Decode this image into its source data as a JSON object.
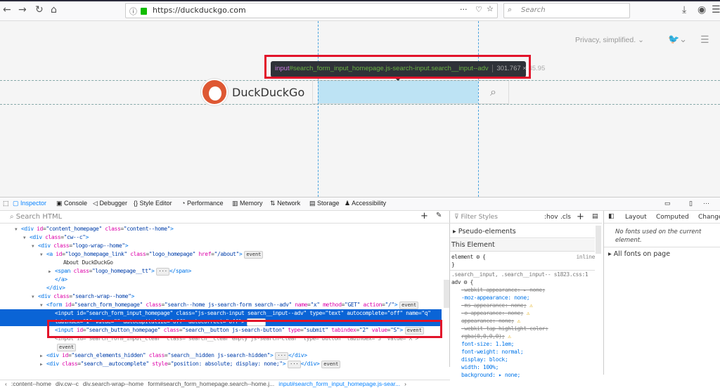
{
  "browser": {
    "url": "https://duckduckgo.com",
    "search_placeholder": "Search"
  },
  "page": {
    "header_link": "Privacy, simplified.",
    "logo_text": "DuckDuckGo",
    "tooltip": {
      "tag": "input",
      "selector": "#search_form_input_homepage.js-search-input.search__input--adv",
      "size": "301.767 × 45.95"
    }
  },
  "devtools": {
    "tabs": [
      "Inspector",
      "Console",
      "Debugger",
      "Style Editor",
      "Performance",
      "Memory",
      "Network",
      "Storage",
      "Accessibility"
    ],
    "search_placeholder": "Search HTML",
    "markup_lines": [
      {
        "indent": 4,
        "tw": "▼",
        "tokens": [
          [
            "tg",
            "<div "
          ],
          [
            "at",
            "id"
          ],
          [
            "tx",
            "="
          ],
          [
            "vl",
            "\"content_homepage\" "
          ],
          [
            "at",
            "class"
          ],
          [
            "tx",
            "="
          ],
          [
            "vl",
            "\"content--home\""
          ],
          [
            "tg",
            ">"
          ]
        ]
      },
      {
        "indent": 6,
        "tw": "▼",
        "tokens": [
          [
            "tg",
            "<div "
          ],
          [
            "at",
            "class"
          ],
          [
            "tx",
            "="
          ],
          [
            "vl",
            "\"cw--c\""
          ],
          [
            "tg",
            ">"
          ]
        ]
      },
      {
        "indent": 8,
        "tw": "▼",
        "tokens": [
          [
            "tg",
            "<div "
          ],
          [
            "at",
            "class"
          ],
          [
            "tx",
            "="
          ],
          [
            "vl",
            "\"logo-wrap--home\""
          ],
          [
            "tg",
            ">"
          ]
        ]
      },
      {
        "indent": 10,
        "tw": "▼",
        "tokens": [
          [
            "tg",
            "<a "
          ],
          [
            "at",
            "id"
          ],
          [
            "tx",
            "="
          ],
          [
            "vl",
            "\"logo_homepage_link\" "
          ],
          [
            "at",
            "class"
          ],
          [
            "tx",
            "="
          ],
          [
            "vl",
            "\"logo_homepage\" "
          ],
          [
            "at",
            "href"
          ],
          [
            "tx",
            "="
          ],
          [
            "vl",
            "\"/about\""
          ],
          [
            "tg",
            ">"
          ],
          [
            "ev",
            "event"
          ]
        ]
      },
      {
        "indent": 14,
        "tw": "",
        "tokens": [
          [
            "tx",
            "About DuckDuckGo"
          ]
        ]
      },
      {
        "indent": 12,
        "tw": "▶",
        "tokens": [
          [
            "tg",
            "<span "
          ],
          [
            "at",
            "class"
          ],
          [
            "tx",
            "="
          ],
          [
            "vl",
            "\"logo_homepage__tt\""
          ],
          [
            "tg",
            ">"
          ],
          [
            "ev",
            "···"
          ],
          [
            "tg",
            "</span>"
          ]
        ]
      },
      {
        "indent": 12,
        "tw": "",
        "tokens": [
          [
            "tg",
            "</a>"
          ]
        ]
      },
      {
        "indent": 10,
        "tw": "",
        "tokens": [
          [
            "tg",
            "</div>"
          ]
        ]
      },
      {
        "indent": 8,
        "tw": "▼",
        "tokens": [
          [
            "tg",
            "<div "
          ],
          [
            "at",
            "class"
          ],
          [
            "tx",
            "="
          ],
          [
            "vl",
            "\"search-wrap--home\""
          ],
          [
            "tg",
            ">"
          ]
        ]
      },
      {
        "indent": 10,
        "tw": "▼",
        "tokens": [
          [
            "tg",
            "<form "
          ],
          [
            "at",
            "id"
          ],
          [
            "tx",
            "="
          ],
          [
            "vl",
            "\"search_form_homepage\" "
          ],
          [
            "at",
            "class"
          ],
          [
            "tx",
            "="
          ],
          [
            "vl",
            "\"search--home js-search-form search--adv\" "
          ],
          [
            "at",
            "name"
          ],
          [
            "tx",
            "="
          ],
          [
            "vl",
            "\"x\" "
          ],
          [
            "at",
            "method"
          ],
          [
            "tx",
            "="
          ],
          [
            "vl",
            "\"GET\" "
          ],
          [
            "at",
            "action"
          ],
          [
            "tx",
            "="
          ],
          [
            "vl",
            "\"/\""
          ],
          [
            "tg",
            ">"
          ],
          [
            "ev",
            "event"
          ]
        ]
      },
      {
        "indent": 12,
        "tw": "",
        "sel": true,
        "tokens": [
          [
            "tg",
            "<input "
          ],
          [
            "at",
            "id"
          ],
          [
            "tx",
            "="
          ],
          [
            "vl",
            "\"search_form_input_homepage\" "
          ],
          [
            "at",
            "class"
          ],
          [
            "tx",
            "="
          ],
          [
            "vl",
            "\"js-search-input search__input--adv\" "
          ],
          [
            "at",
            "type"
          ],
          [
            "tx",
            "="
          ],
          [
            "vl",
            "\"text\" "
          ],
          [
            "at",
            "autocomplete"
          ],
          [
            "tx",
            "="
          ],
          [
            "vl",
            "\"off\" "
          ],
          [
            "at",
            "name"
          ],
          [
            "tx",
            "="
          ],
          [
            "vl",
            "\"q\""
          ]
        ],
        "tokens2": [
          [
            "at",
            "tabindex"
          ],
          [
            "tx",
            "="
          ],
          [
            "vl",
            "\"1\" "
          ],
          [
            "at",
            "value"
          ],
          [
            "tx",
            "="
          ],
          [
            "vl",
            "\"\" "
          ],
          [
            "at",
            "autocapitalize"
          ],
          [
            "tx",
            "="
          ],
          [
            "vl",
            "\"off\" "
          ],
          [
            "at",
            "autocorrect"
          ],
          [
            "tx",
            "="
          ],
          [
            "vl",
            "\"off\""
          ],
          [
            "tg",
            ">"
          ],
          [
            "ev",
            "event"
          ]
        ]
      },
      {
        "indent": 12,
        "tw": "",
        "tokens": [
          [
            "tg",
            "<input "
          ],
          [
            "at",
            "id"
          ],
          [
            "tx",
            "="
          ],
          [
            "vl",
            "\"search_button_homepage\" "
          ],
          [
            "at",
            "class"
          ],
          [
            "tx",
            "="
          ],
          [
            "vl",
            "\"search__button js-search-button\" "
          ],
          [
            "at",
            "type"
          ],
          [
            "tx",
            "="
          ],
          [
            "vl",
            "\"submit\" "
          ],
          [
            "at",
            "tabindex"
          ],
          [
            "tx",
            "="
          ],
          [
            "vl",
            "\"2\" "
          ],
          [
            "at",
            "value"
          ],
          [
            "tx",
            "="
          ],
          [
            "vl",
            "\"S\""
          ],
          [
            "tg",
            ">"
          ],
          [
            "ev",
            "event"
          ]
        ]
      },
      {
        "indent": 12,
        "tw": "",
        "dim": true,
        "tokens": [
          [
            "dim",
            "<input id=\"search_form_input_clear\" class=\"search__clear empty js-search-clear\" type=\"button\" tabindex=\"3\" value=\"X\">"
          ]
        ]
      },
      {
        "indent": 12,
        "tw": "",
        "tokens": [
          [
            "ev",
            "event"
          ]
        ]
      },
      {
        "indent": 10,
        "tw": "▶",
        "tokens": [
          [
            "tg",
            "<div "
          ],
          [
            "at",
            "id"
          ],
          [
            "tx",
            "="
          ],
          [
            "vl",
            "\"search_elements_hidden\" "
          ],
          [
            "at",
            "class"
          ],
          [
            "tx",
            "="
          ],
          [
            "vl",
            "\"search__hidden js-search-hidden\""
          ],
          [
            "tg",
            ">"
          ],
          [
            "ev",
            "···"
          ],
          [
            "tg",
            "</div>"
          ]
        ]
      },
      {
        "indent": 10,
        "tw": "▶",
        "tokens": [
          [
            "tg",
            "<div "
          ],
          [
            "at",
            "class"
          ],
          [
            "tx",
            "="
          ],
          [
            "vl",
            "\"search__autocomplete\" "
          ],
          [
            "at",
            "style"
          ],
          [
            "tx",
            "="
          ],
          [
            "vl",
            "\"position: absolute; display: none;\""
          ],
          [
            "tg",
            ">"
          ],
          [
            "ev",
            "···"
          ],
          [
            "tg",
            "</div>"
          ],
          [
            "ev",
            "event"
          ]
        ]
      }
    ],
    "breadcrumbs": [
      "‹",
      ":content--home",
      "div.cw--c",
      "div.search-wrap--home",
      "form#search_form_homepage.search--home.j...",
      "input#search_form_input_homepage.js-sear...",
      "›"
    ],
    "rules": {
      "filter_placeholder": "Filter Styles",
      "hov": ":hov",
      "cls": ".cls",
      "pseudo": "Pseudo-elements",
      "this_element": "This Element",
      "element_rule": "element",
      "inline": "inline",
      "selector": ".search__input, .search__input--",
      "selector2": "adv",
      "source": "s1823.css:1",
      "decls": [
        {
          "text": "-webkit-appearance: ▸ none;",
          "struck": true,
          "warn": false
        },
        {
          "text": "-moz-appearance: none;",
          "struck": false,
          "warn": false
        },
        {
          "text": "-ms-appearance: none;",
          "struck": true,
          "warn": true
        },
        {
          "text": "-o-appearance: none;",
          "struck": true,
          "warn": true
        },
        {
          "text": "appearance: none;",
          "struck": true,
          "warn": true
        },
        {
          "text": "-webkit-tap-highlight-color:",
          "struck": true,
          "warn": false
        },
        {
          "text": "      rgba(0,0,0,0);",
          "struck": true,
          "warn": true
        },
        {
          "text": "font-size: 1.1em;",
          "struck": false,
          "warn": false
        },
        {
          "text": "font-weight: normal;",
          "struck": false,
          "warn": false
        },
        {
          "text": "display: block;",
          "struck": false,
          "warn": false
        },
        {
          "text": "width: 100%;",
          "struck": false,
          "warn": false
        },
        {
          "text": "background: ▸ none;",
          "struck": false,
          "warn": false
        }
      ]
    },
    "side": {
      "tabs": [
        "Layout",
        "Computed",
        "Change"
      ],
      "no_fonts": "No fonts used on the current element.",
      "all_fonts": "All fonts on page"
    }
  }
}
